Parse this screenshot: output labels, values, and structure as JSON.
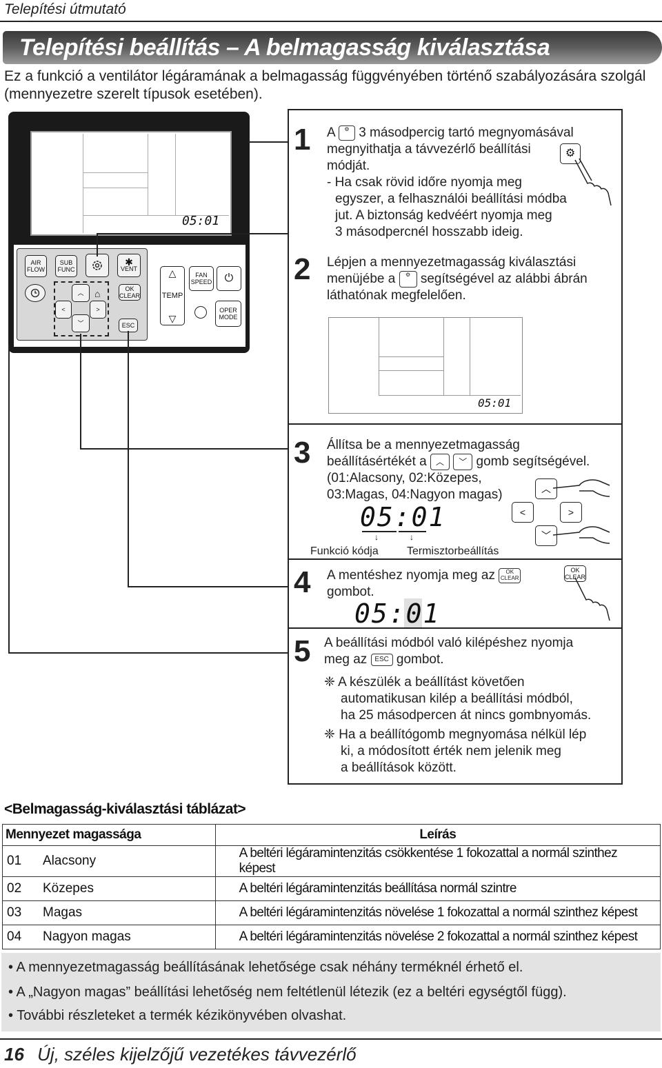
{
  "header": {
    "section": "Telepítési útmutató"
  },
  "title": "Telepítési beállítás – A belmagasság kiválasztása",
  "intro": "Ez a funkció a ventilátor légáramának a belmagasság függvényében történő szabályozására szolgál (mennyezetre szerelt típusok esetében).",
  "remote": {
    "lcd_code": "05:01",
    "keys": {
      "air_flow": "AIR FLOW",
      "sub_func": "SUB FUNC",
      "vent": "VENT",
      "ok_clear": "OK CLEAR",
      "esc": "ESC",
      "temp": "TEMP",
      "fan_speed": "FAN SPEED",
      "oper_mode": "OPER MODE"
    }
  },
  "steps": [
    {
      "num": "1",
      "lines": [
        "A",
        "3 másodpercig tartó megnyomásával",
        "megnyithatja a távvezérlő beállítási",
        "módját.",
        "- Ha csak rövid időre nyomja meg",
        "egyszer, a felhasználói beállítási módba",
        "jut. A biztonság kedvéért nyomja meg",
        "3 másodpercnél hosszabb ideig."
      ]
    },
    {
      "num": "2",
      "lines": [
        "Lépjen a mennyezetmagasság kiválasztási",
        "menüjébe a",
        "segítségével az alábbi ábrán",
        "láthatónak megfelelően."
      ],
      "lcd_code": "05:01"
    },
    {
      "num": "3",
      "lines": [
        "Állítsa be a mennyezetmagasság",
        "beállításértékét a",
        "gomb segítségével.",
        "(01:Alacsony, 02:Közepes,",
        "03:Magas, 04:Nagyon magas)"
      ],
      "display": "05:01",
      "label_left": "Funkció kódja",
      "label_right": "Termisztorbeállítás"
    },
    {
      "num": "4",
      "lines": [
        "A mentéshez nyomja meg az",
        "gombot."
      ],
      "display": "05:01"
    },
    {
      "num": "5",
      "lines": [
        "A beállítási módból való kilépéshez nyomja",
        "meg az",
        "gombot."
      ],
      "notes": [
        [
          "A készülék a beállítást követően",
          "automatikusan kilép a beállítási módból,",
          "ha 25 másodpercen át nincs gombnyomás."
        ],
        [
          "Ha a beállítógomb megnyomása nélkül lép",
          "ki, a módosított érték nem jelenik meg",
          "a beállítások között."
        ]
      ]
    }
  ],
  "table": {
    "title": "<Belmagasság-kiválasztási táblázat>",
    "headers": [
      "Mennyezet magassága",
      "Leírás"
    ],
    "rows": [
      [
        "01",
        "Alacsony",
        "A beltéri légáramintenzitás csökkentése 1 fokozattal a normál szinthez képest"
      ],
      [
        "02",
        "Közepes",
        "A beltéri légáramintenzitás beállítása normál szintre"
      ],
      [
        "03",
        "Magas",
        "A beltéri légáramintenzitás növelése 1 fokozattal a normál szinthez képest"
      ],
      [
        "04",
        "Nagyon magas",
        "A beltéri légáramintenzitás növelése 2 fokozattal a normál szinthez képest"
      ]
    ]
  },
  "bullets": [
    "A mennyezetmagasság beállításának lehetősége csak néhány terméknél érhető el.",
    "A „Nagyon magas” beállítási lehetőség nem feltétlenül létezik (ez a beltéri egységtől függ).",
    "További részleteket a termék kézikönyvében olvashat."
  ],
  "footer": {
    "page": "16",
    "text": "Új, széles kijelzőjű vezetékes távvezérlő"
  }
}
